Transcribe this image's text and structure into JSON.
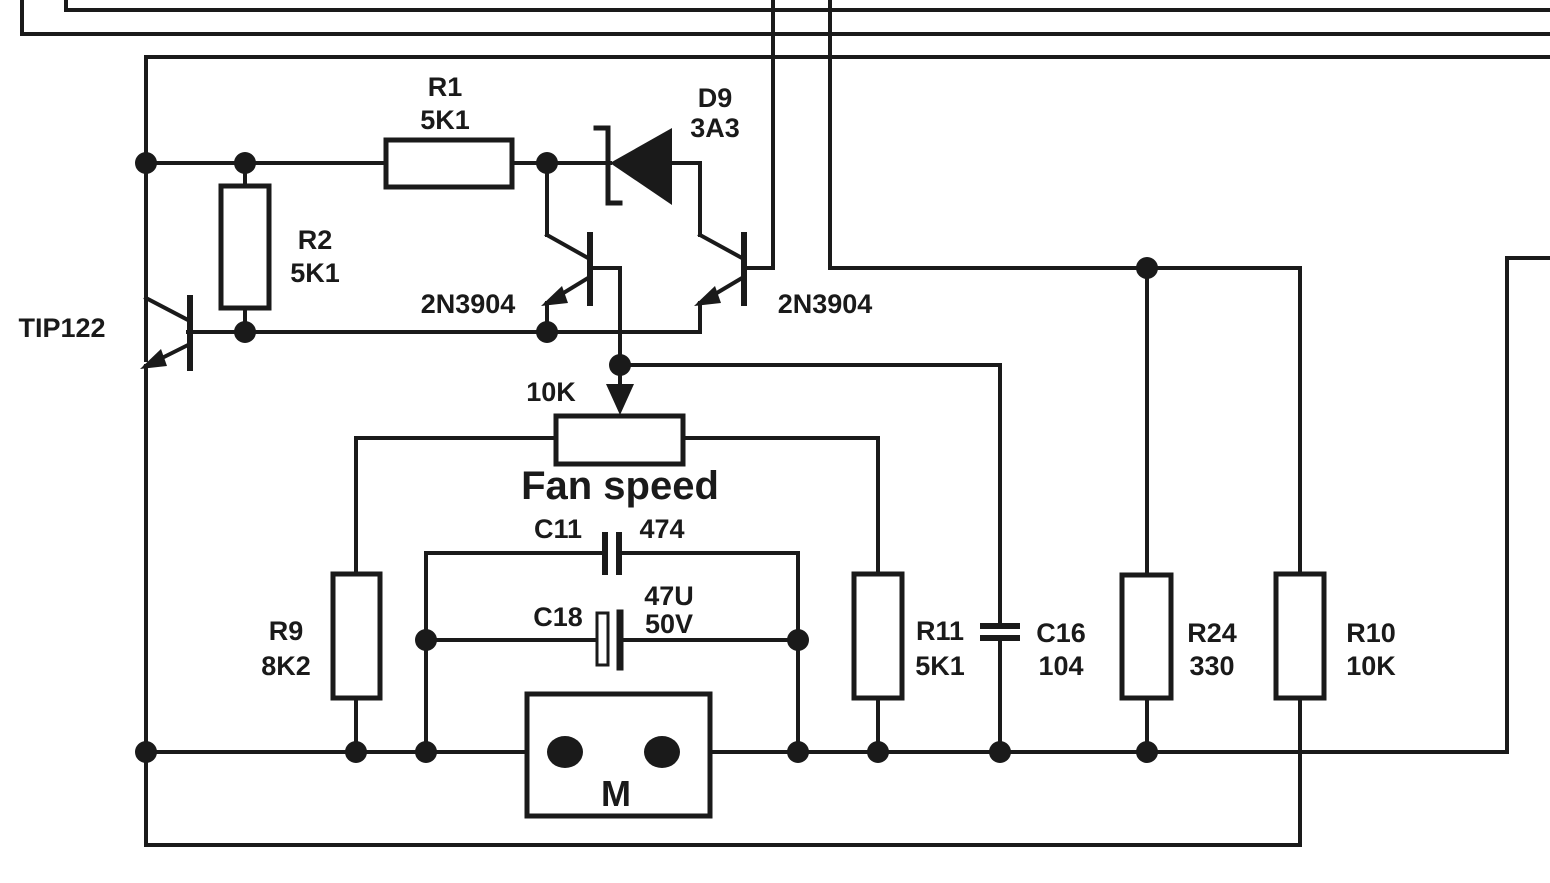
{
  "labels": {
    "r1_name": "R1",
    "r1_value": "5K1",
    "r2_name": "R2",
    "r2_value": "5K1",
    "d9_name": "D9",
    "d9_value": "3A3",
    "q_left": "2N3904",
    "q_right": "2N3904",
    "q_power": "TIP122",
    "pot_value": "10K",
    "pot_caption": "Fan speed",
    "c11_name": "C11",
    "c11_value": "474",
    "c18_name": "C18",
    "c18_value_1": "47U",
    "c18_value_2": "50V",
    "r9_name": "R9",
    "r9_value": "8K2",
    "r11_name": "R11",
    "r11_value": "5K1",
    "c16_name": "C16",
    "c16_value": "104",
    "r24_name": "R24",
    "r24_value": "330",
    "r10_name": "R10",
    "r10_value": "10K",
    "motor": "M"
  },
  "colors": {
    "ink": "#1a1a1a",
    "paper": "#ffffff"
  }
}
